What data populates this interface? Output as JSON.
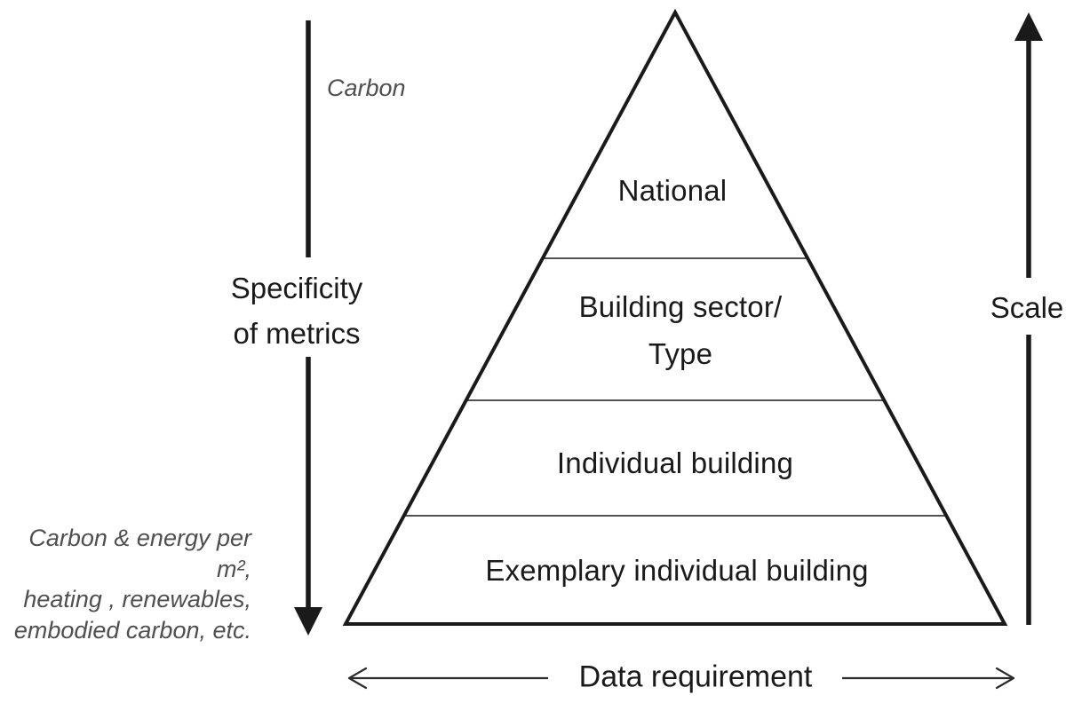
{
  "pyramid": {
    "levels": [
      {
        "label": "National"
      },
      {
        "label": "Building sector/\nType"
      },
      {
        "label": "Individual building"
      },
      {
        "label": "Exemplary individual building"
      }
    ]
  },
  "left_axis": {
    "top_annotation": "Carbon",
    "label": "Specificity\nof metrics",
    "bottom_annotation": "Carbon & energy per m²,\nheating , renewables,\nembodied carbon, etc."
  },
  "right_axis": {
    "label": "Scale"
  },
  "bottom_axis": {
    "label": "Data requirement"
  },
  "colors": {
    "line": "#1a1a1a",
    "annotation_gray": "#4f4f4f",
    "background": "#ffffff"
  }
}
